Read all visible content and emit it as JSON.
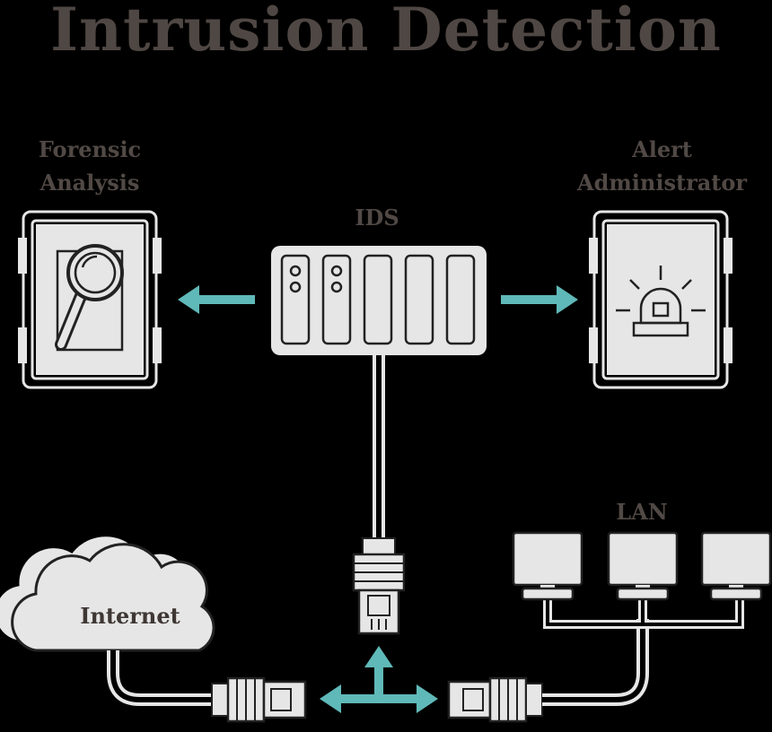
{
  "title": "Intrusion Detection",
  "labels": {
    "forensic_line1": "Forensic",
    "forensic_line2": "Analysis",
    "alert_line1": "Alert",
    "alert_line2": "Administrator",
    "ids": "IDS",
    "lan": "LAN",
    "internet": "Internet"
  },
  "colors": {
    "background": "#000000",
    "title": "#4f4743",
    "stroke": "#e6e6e6",
    "arrow": "#5fb9b8",
    "fill_light": "#ffffff"
  },
  "icons": {
    "forensic": "magnifier-document-icon",
    "alert": "alarm-siren-icon",
    "ids": "server-rack-icon",
    "internet": "cloud-icon",
    "lan": "monitor-icon"
  }
}
